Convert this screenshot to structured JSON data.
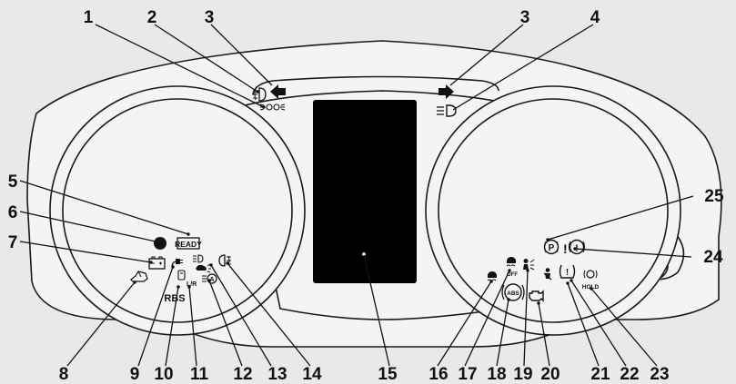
{
  "callouts": [
    "1",
    "2",
    "3",
    "3",
    "4",
    "5",
    "6",
    "7",
    "8",
    "9",
    "10",
    "11",
    "12",
    "13",
    "14",
    "15",
    "16",
    "17",
    "18",
    "19",
    "20",
    "21",
    "22",
    "23",
    "24",
    "25"
  ],
  "indicator_text": {
    "ready": "READY",
    "rbs": "RBS",
    "abs": "ABS",
    "off": "OFF",
    "hold": "HOLD",
    "park": "P",
    "exclaim": "!",
    "fuel_lr": "L/R"
  },
  "icons": {
    "front-fog": "front-fog-light-icon",
    "position": "position-lamp-icon",
    "turn-left": "turn-signal-left-icon",
    "turn-right": "turn-signal-right-icon",
    "high-beam": "high-beam-icon",
    "ready": "ready-indicator-icon",
    "lamp": "indicator-lamp-icon",
    "battery": "charge-warning-icon",
    "door": "door-open-warning-icon",
    "plug": "charging-cable-icon",
    "fuel": "fuel-cap-icon",
    "auto-high": "auto-high-beam-icon",
    "crash": "forward-collision-icon",
    "rear-fog": "rear-fog-light-icon",
    "display": "multi-information-display",
    "skid": "skid-indicator-icon",
    "skid-off": "skid-off-icon",
    "abs": "abs-warning-icon",
    "pedestrian": "pedestrian-warning-icon",
    "engine": "check-engine-icon",
    "seatbelt": "seatbelt-reminder-icon",
    "tire": "tire-pressure-warning-icon",
    "brake-hold": "brake-hold-icon",
    "brake": "brake-warning-icon",
    "parking-brake": "parking-brake-icon"
  },
  "colors": {
    "background": "#e9e9e9",
    "panel": "#f4f4f4",
    "display": "#000000",
    "ink": "#111111"
  }
}
